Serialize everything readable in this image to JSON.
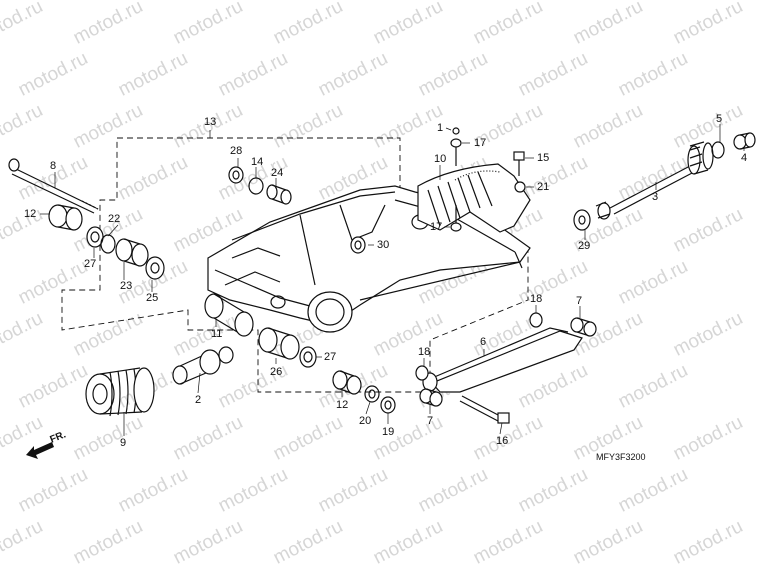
{
  "watermark_text": "motod.ru",
  "diagram_code": "MFY3F3200",
  "front_marker": "FR.",
  "part_numbers": {
    "p1": "1",
    "p2": "2",
    "p3": "3",
    "p4": "4",
    "p5": "5",
    "p6": "6",
    "p7a": "7",
    "p7b": "7",
    "p8": "8",
    "p9": "9",
    "p10": "10",
    "p11": "11",
    "p12a": "12",
    "p12b": "12",
    "p13": "13",
    "p14": "14",
    "p15": "15",
    "p16": "16",
    "p17a": "17",
    "p17b": "17",
    "p18a": "18",
    "p18b": "18",
    "p19": "19",
    "p20": "20",
    "p21": "21",
    "p22": "22",
    "p23": "23",
    "p24": "24",
    "p25": "25",
    "p26": "26",
    "p27a": "27",
    "p27b": "27",
    "p28": "28",
    "p29": "29",
    "p30": "30"
  }
}
